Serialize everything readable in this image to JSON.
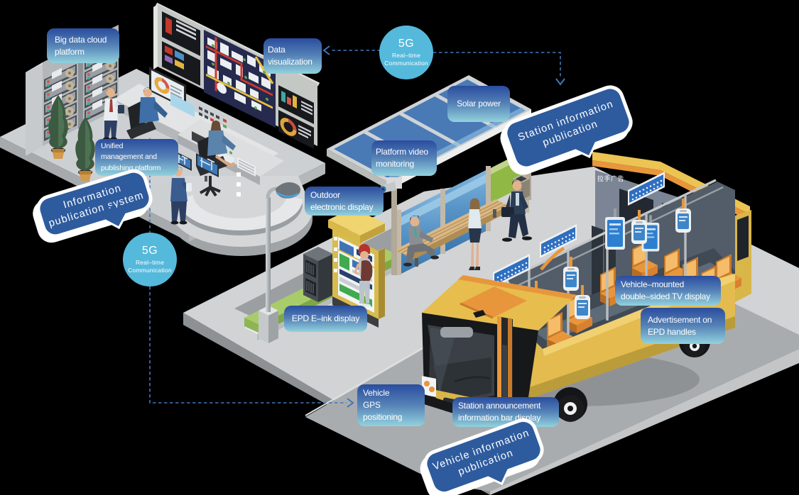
{
  "colors": {
    "background": "#000000",
    "label_gradient_top": "#2a4d9e",
    "label_gradient_mid": "#5480b6",
    "label_gradient_bottom": "#92d2dd",
    "bubble_fill": "#2e5b9e",
    "bubble_border": "#ffffff",
    "badge_5g_fill": "#55b9dc",
    "connector_blue": "#4076b8",
    "bus_yellow": "#e7bd4e",
    "bus_yellow_light": "#f2d673",
    "seat_orange": "#e8963c",
    "grass_green": "#a9cc6a",
    "solar_blue": "#4a7ab5",
    "glass_blue": "#5e9aca",
    "sidewalk_grey": "#d2d3d5",
    "road_grey": "#a9acae",
    "platform_grey": "#cdd0d2"
  },
  "labels": {
    "big_data_cloud_platform": {
      "lines": [
        "Big data cloud",
        "platform"
      ]
    },
    "data_visualization": {
      "lines": [
        "Data",
        "visualization"
      ]
    },
    "unified_management": {
      "lines": [
        "Unified",
        "management and",
        "publishing platform"
      ]
    },
    "solar_power": {
      "lines": [
        "Solar power"
      ]
    },
    "platform_video_monitoring": {
      "lines": [
        "Platform video",
        "monitoring"
      ]
    },
    "outdoor_electronic_display": {
      "lines": [
        "Outdoor",
        "electronic display"
      ]
    },
    "epd_eink_display": {
      "lines": [
        "EPD E–ink display"
      ]
    },
    "vehicle_mounted_tv": {
      "lines": [
        "Vehicle–mounted",
        "double–sided TV display"
      ]
    },
    "advertisement_epd_handles": {
      "lines": [
        "Advertisement on",
        "EPD handles"
      ]
    },
    "vehicle_gps_positioning": {
      "lines": [
        "Vehicle",
        "GPS",
        "positioning"
      ]
    },
    "station_announcement": {
      "lines": [
        "Station announcement",
        "information bar display"
      ]
    }
  },
  "speech_bubbles": {
    "information_publication_system": {
      "lines": [
        "Information",
        "publication system"
      ]
    },
    "station_information_publication": {
      "lines": [
        "Station information",
        "publication"
      ]
    },
    "vehicle_information_publication": {
      "lines": [
        "Vehicle information",
        "publication"
      ]
    }
  },
  "badges_5g": {
    "top": {
      "title": "5G",
      "subtitle_1": "Real–time",
      "subtitle_2": "Communication"
    },
    "left": {
      "title": "5G",
      "subtitle_1": "Real–time",
      "subtitle_2": "Communication"
    }
  },
  "annotations": {
    "handle_ad_note": "拉手广告"
  }
}
